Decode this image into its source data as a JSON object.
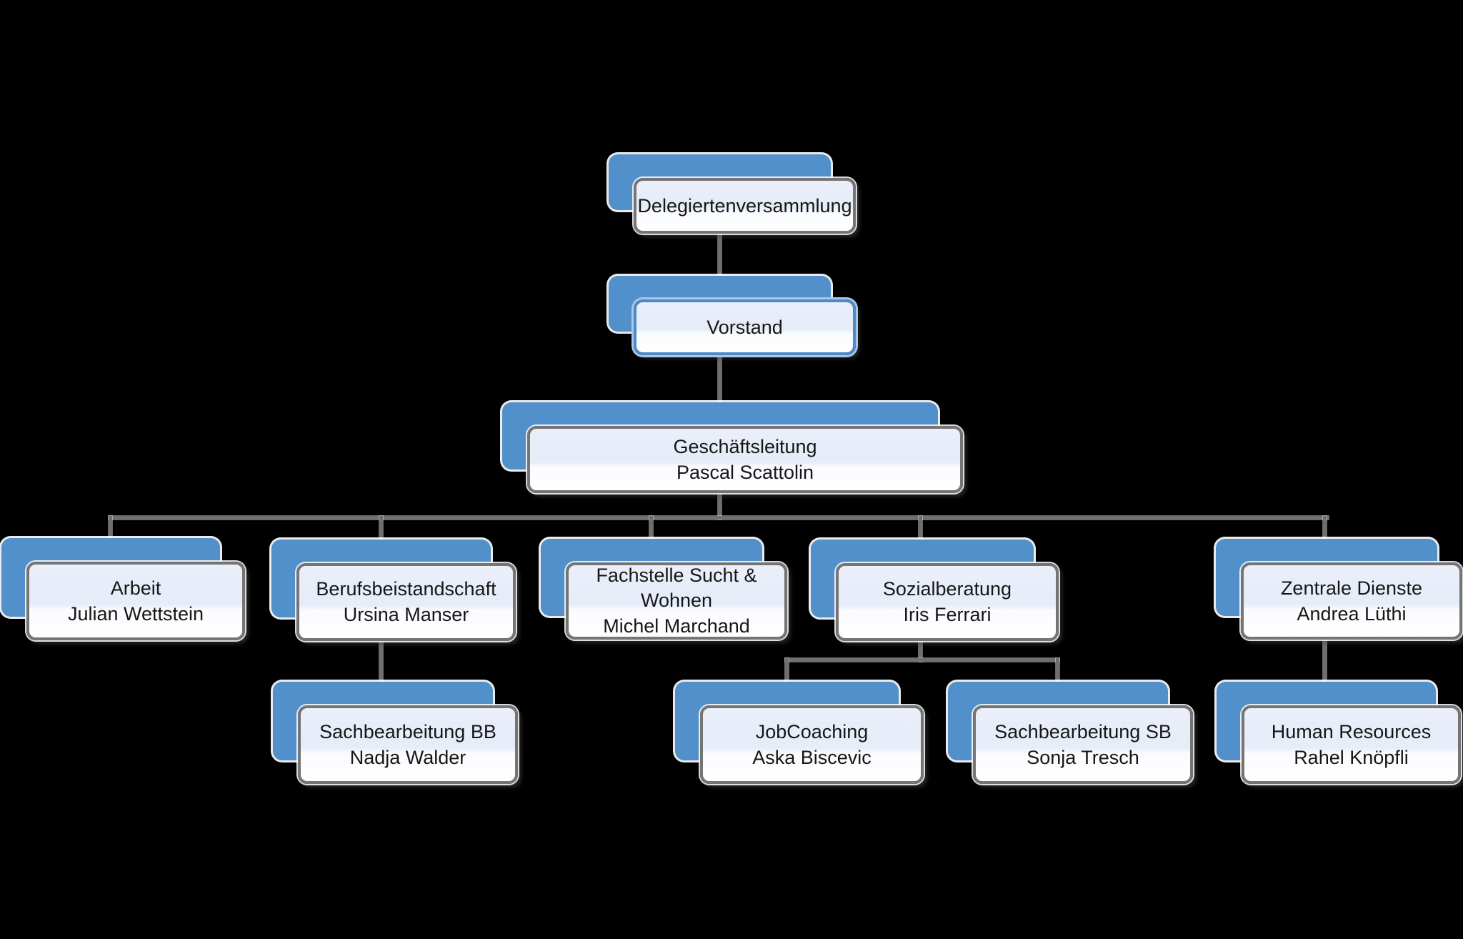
{
  "diagram": {
    "type": "org-chart",
    "background_color": "#000000",
    "accent_color": "#5290cb",
    "connector_color": "#6f6f6f",
    "box_border_color": "#757575",
    "selected_border_color": "#4e8ac8",
    "nodes": {
      "delegiertenversammlung": {
        "title": "Delegiertenversammlung",
        "person": ""
      },
      "vorstand": {
        "title": "Vorstand",
        "person": "",
        "selected": true
      },
      "geschaeftsleitung": {
        "title": "Geschäftsleitung",
        "person": "Pascal Scattolin"
      },
      "arbeit": {
        "title": "Arbeit",
        "person": "Julian Wettstein"
      },
      "berufsbeistandschaft": {
        "title": "Berufsbeistandschaft",
        "person": "Ursina Manser"
      },
      "fachstelle_sucht_wohnen": {
        "title": "Fachstelle Sucht & Wohnen",
        "person": "Michel Marchand"
      },
      "sozialberatung": {
        "title": "Sozialberatung",
        "person": "Iris Ferrari"
      },
      "zentrale_dienste": {
        "title": "Zentrale Dienste",
        "person": "Andrea Lüthi"
      },
      "sachbearbeitung_bb": {
        "title": "Sachbearbeitung BB",
        "person": "Nadja Walder"
      },
      "jobcoaching": {
        "title": "JobCoaching",
        "person": "Aska Biscevic"
      },
      "sachbearbeitung_sb": {
        "title": "Sachbearbeitung SB",
        "person": "Sonja Tresch"
      },
      "human_resources": {
        "title": "Human Resources",
        "person": "Rahel Knöpfli"
      }
    },
    "edges": [
      [
        "delegiertenversammlung",
        "vorstand"
      ],
      [
        "vorstand",
        "geschaeftsleitung"
      ],
      [
        "geschaeftsleitung",
        "arbeit"
      ],
      [
        "geschaeftsleitung",
        "berufsbeistandschaft"
      ],
      [
        "geschaeftsleitung",
        "fachstelle_sucht_wohnen"
      ],
      [
        "geschaeftsleitung",
        "sozialberatung"
      ],
      [
        "geschaeftsleitung",
        "zentrale_dienste"
      ],
      [
        "berufsbeistandschaft",
        "sachbearbeitung_bb"
      ],
      [
        "sozialberatung",
        "jobcoaching"
      ],
      [
        "sozialberatung",
        "sachbearbeitung_sb"
      ],
      [
        "zentrale_dienste",
        "human_resources"
      ]
    ]
  }
}
